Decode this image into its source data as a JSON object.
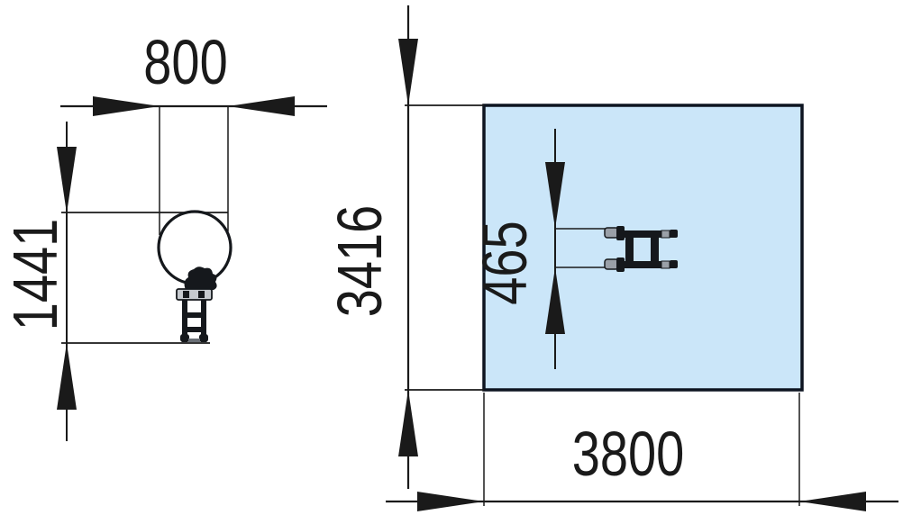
{
  "diagram": {
    "description": "technical-dimension-drawing",
    "front_view": {
      "width": "800",
      "height": "1441"
    },
    "plan_view": {
      "area_depth": "3416",
      "area_width": "3800",
      "equipment_depth": "465"
    },
    "colors": {
      "line": "#1a1a1a",
      "safety_area_fill": "#cbe6f9",
      "safety_area_border": "#0d1420",
      "metal_gray": "#9aa0a8",
      "plate_gray": "#c6cacf"
    }
  }
}
